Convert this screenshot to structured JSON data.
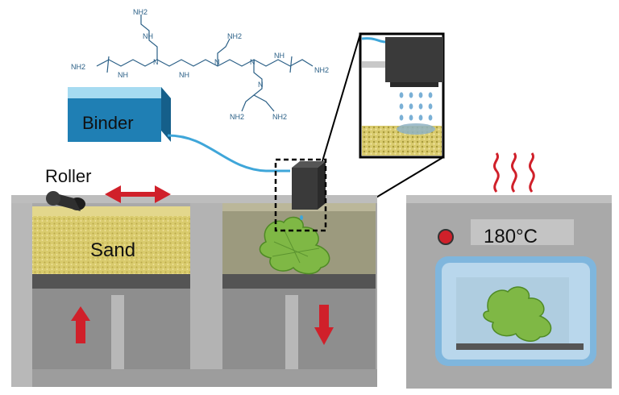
{
  "labels": {
    "binder": "Binder",
    "roller": "Roller",
    "sand": "Sand",
    "temperature": "180°C"
  },
  "molecule": {
    "amine": "NH2",
    "amine_h": "H",
    "amine_n": "N",
    "secondary_amine": "NH",
    "nitrogen": "N"
  },
  "colors": {
    "binder_tank": "#1f7fb4",
    "binder_tank_light": "#7fc5e6",
    "sand": "#d8c96b",
    "green_part": "#7fb845",
    "machine_gray": "#a7a7a7",
    "arrow_red": "#d0202a",
    "heat_red": "#d0202a",
    "oven_window": "#b9d7ec"
  },
  "icons": [
    "binder-tank",
    "roller",
    "print-head",
    "heat-waves",
    "indicator-light",
    "up-arrow",
    "down-arrow",
    "double-arrow"
  ]
}
